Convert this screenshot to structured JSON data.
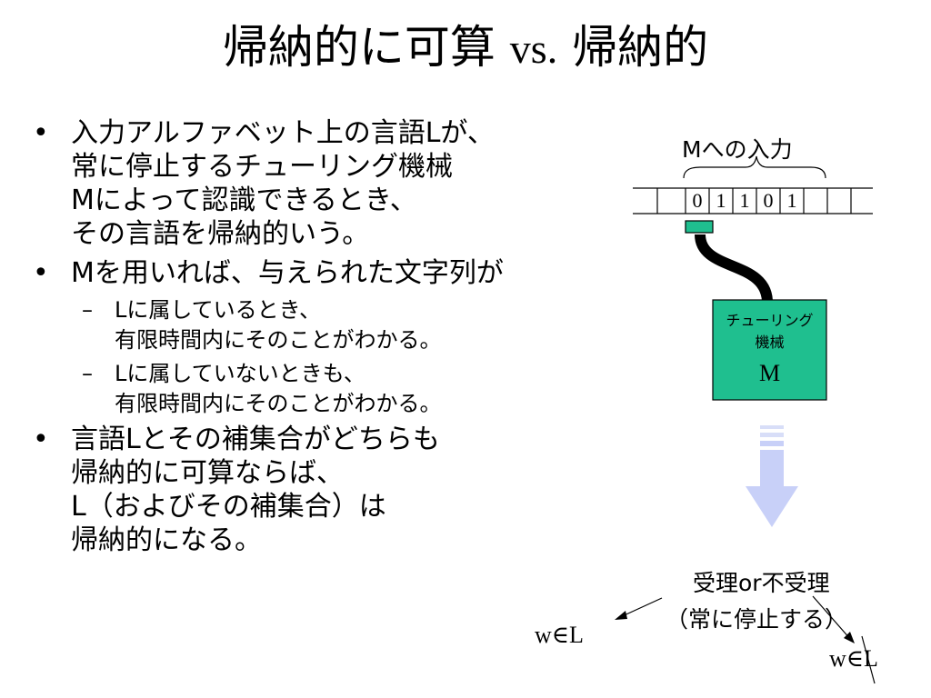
{
  "slide": {
    "title_a": "帰納的に可算",
    "title_vs": "vs.",
    "title_b": "帰納的"
  },
  "bullets": [
    {
      "marker": "•",
      "lines": [
        "入力アルファベット上の言語Lが、",
        "常に停止するチューリング機械",
        "Mによって認識できるとき、",
        "その言語を帰納的いう。"
      ]
    },
    {
      "marker": "•",
      "lines": [
        "Mを用いれば、与えられた文字列が"
      ],
      "sub": [
        {
          "marker": "–",
          "lines": [
            "Lに属しているとき、",
            "有限時間内にそのことがわかる。"
          ]
        },
        {
          "marker": "–",
          "lines": [
            "Lに属していないときも、",
            "有限時間内にそのことがわかる。"
          ]
        }
      ]
    },
    {
      "marker": "•",
      "lines": [
        "言語Lとその補集合がどちらも",
        "帰納的に可算ならば、",
        "L（およびその補集合）は",
        "帰納的になる。"
      ]
    }
  ],
  "diagram": {
    "input_label": "Mへの入力",
    "tape_cells": [
      "0",
      "1",
      "1",
      "0",
      "1"
    ],
    "machine_line1": "チューリング",
    "machine_line2": "機械",
    "machine_name": "M",
    "result_line1": "受理or不受理",
    "result_line2": "（常に停止する）",
    "accept_label": "w∈L",
    "reject_label": "w∈L"
  },
  "colors": {
    "machine_fill": "#1fbf8f",
    "head_fill": "#1fbf8f",
    "arrow_fill": "#c8d0f8",
    "arrow_stripes": "#d8def8"
  }
}
